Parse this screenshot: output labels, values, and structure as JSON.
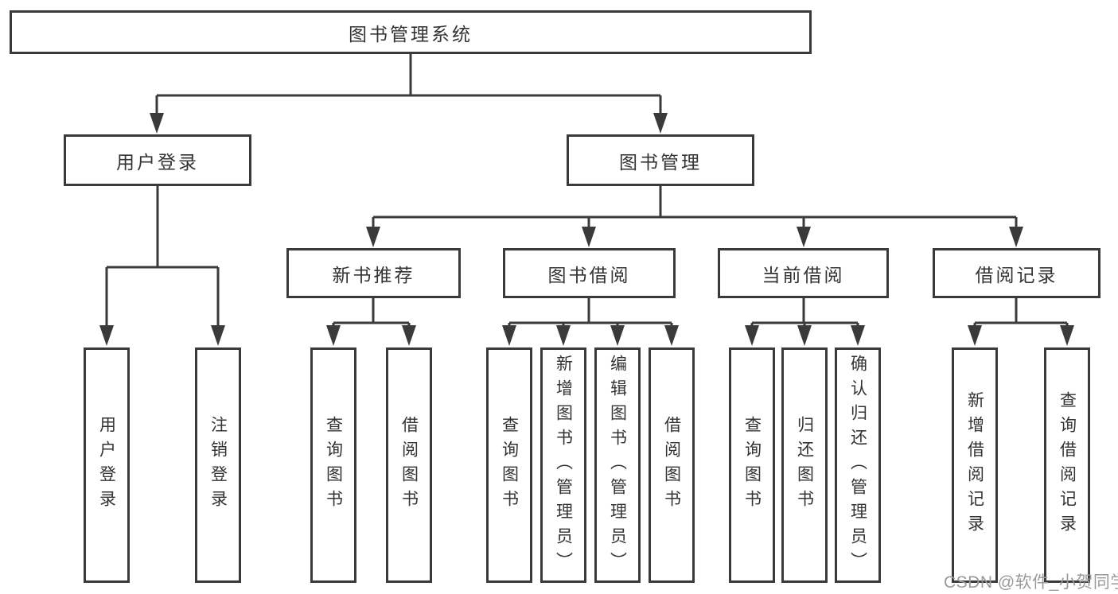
{
  "colors": {
    "line": "#3a3a3a",
    "box_border": "#3a3a3a",
    "text": "#333333",
    "watermark": "#9a9a9a",
    "background": "#ffffff"
  },
  "tree": {
    "root": {
      "label": "图书管理系统"
    },
    "children": [
      {
        "label": "用户登录",
        "children": [
          {
            "label": "用户登录"
          },
          {
            "label": "注销登录"
          }
        ]
      },
      {
        "label": "图书管理",
        "children": [
          {
            "label": "新书推荐",
            "children": [
              {
                "label": "查询图书"
              },
              {
                "label": "借阅图书"
              }
            ]
          },
          {
            "label": "图书借阅",
            "children": [
              {
                "label": "查询图书"
              },
              {
                "label": "新增图书（管理员）"
              },
              {
                "label": "编辑图书（管理员）"
              },
              {
                "label": "借阅图书"
              }
            ]
          },
          {
            "label": "当前借阅",
            "children": [
              {
                "label": "查询图书"
              },
              {
                "label": "归还图书"
              },
              {
                "label": "确认归还（管理员）"
              }
            ]
          },
          {
            "label": "借阅记录",
            "children": [
              {
                "label": "新增借阅记录"
              },
              {
                "label": "查询借阅记录"
              }
            ]
          }
        ]
      }
    ]
  },
  "watermark": {
    "text": "CSDN @软件_小贺同学"
  }
}
